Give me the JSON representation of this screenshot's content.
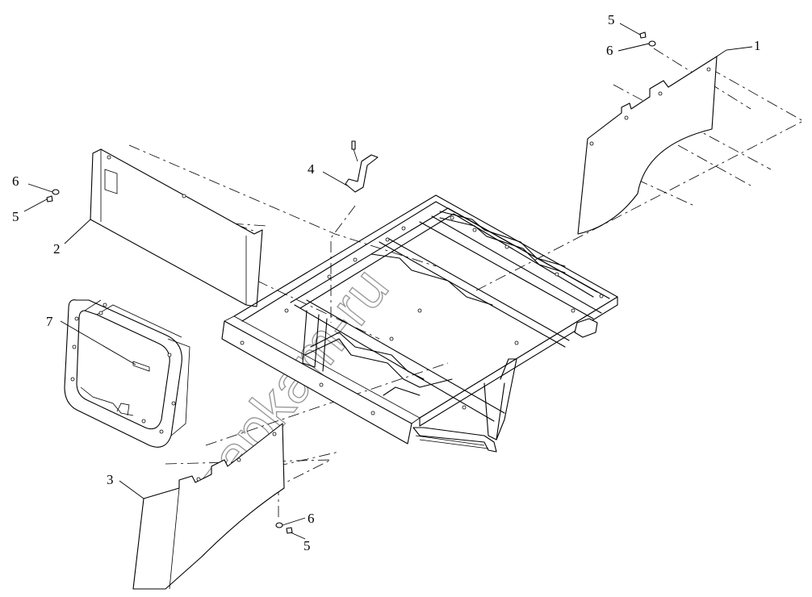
{
  "callouts": {
    "c1": "1",
    "c2": "2",
    "c3": "3",
    "c4": "4",
    "c5_top": "5",
    "c6_top": "6",
    "c6_left": "6",
    "c5_left": "5",
    "c7": "7",
    "c6_bottom": "6",
    "c5_bottom": "5"
  },
  "watermark": "zapkam-ru",
  "colors": {
    "line": "#000000",
    "watermark": "#9a9a9a",
    "background": "#ffffff"
  }
}
